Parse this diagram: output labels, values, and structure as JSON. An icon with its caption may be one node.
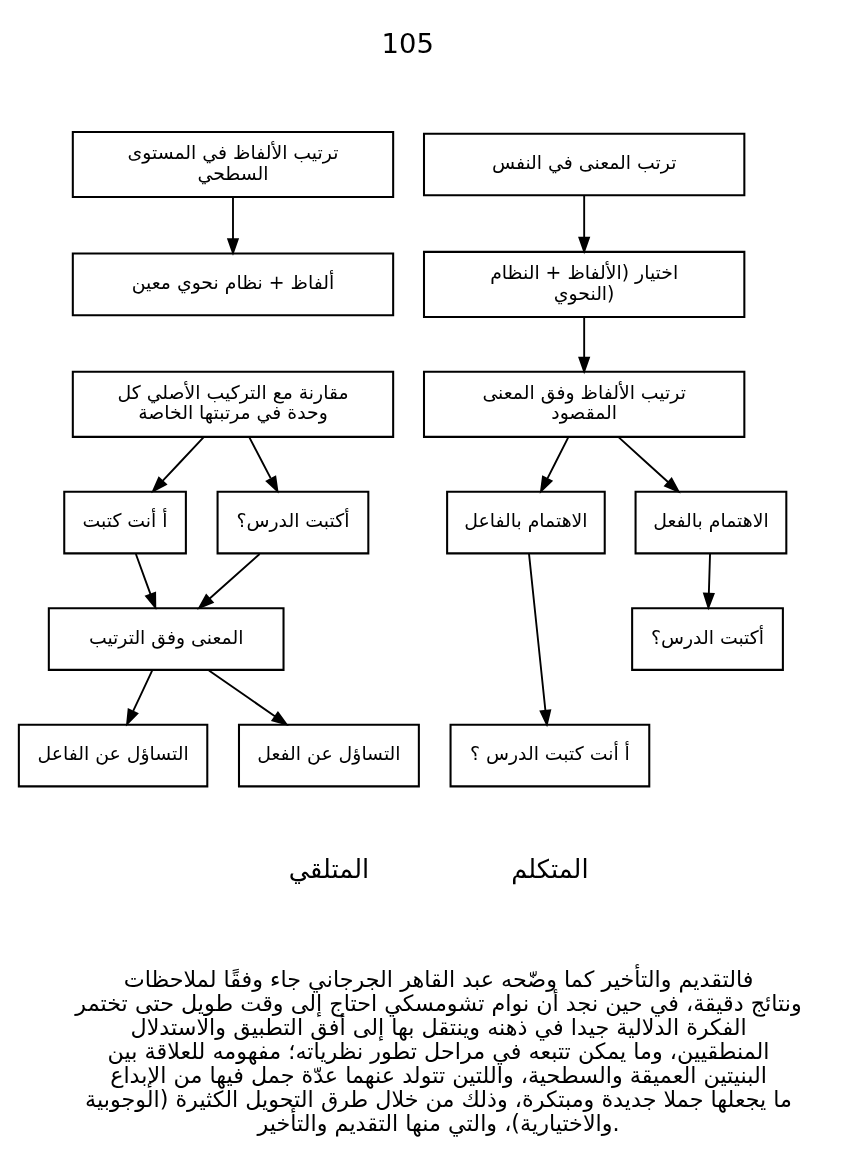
{
  "diagram": {
    "nodes": [
      {
        "text": [
          "ترتب المعنى في النفس"
        ]
      },
      {
        "text": [
          "اختيار (الألفاظ + النظام النحوي)"
        ]
      },
      {
        "text": [
          "ترتيب الألفاظ وفق المعنى المقصود"
        ]
      },
      {
        "text": [
          "الاهتمام بالفعل"
        ]
      },
      {
        "text": [
          "الاهتمام بالفاعل"
        ]
      },
      {
        "text": [
          "أكتبت الدرس؟"
        ]
      },
      {
        "text": [
          "أ أنت كتبت الدرس ؟"
        ]
      },
      {
        "text": [
          "ترتيب الألفاظ في المستوى السطحي"
        ]
      },
      {
        "text": [
          "ألفاظ + نظام نحوي معين"
        ]
      },
      {
        "text": [
          "مقارنة مع التركيب الأصلي كل وحدة في مرتبتها الخاصة"
        ]
      },
      {
        "text": [
          "أكتبت الدرس؟"
        ]
      },
      {
        "text": [
          "أ أنت كتبت"
        ]
      },
      {
        "text": [
          "المعنى وفق الترتيب"
        ]
      },
      {
        "text": [
          "التساؤل عن الفعل"
        ]
      },
      {
        "text": [
          "التساؤل عن الفاعل"
        ]
      }
    ],
    "edges": [
      {
        "from": 0,
        "to": 1,
        "arrow": "to"
      },
      {
        "from": 1,
        "to": 2,
        "arrow": "to"
      },
      {
        "from": 2,
        "to": 3,
        "arrow": "to"
      },
      {
        "from": 2,
        "to": 4,
        "arrow": "to"
      },
      {
        "from": 3,
        "to": 5,
        "arrow": "to"
      },
      {
        "from": 4,
        "to": 6,
        "arrow": "to"
      },
      {
        "from": 7,
        "to": 8,
        "arrow": "to"
      },
      {
        "from": 9,
        "to": 10,
        "arrow": "to"
      },
      {
        "from": 9,
        "to": 11,
        "arrow": "to"
      },
      {
        "from": 10,
        "to": 12,
        "arrow": "to"
      },
      {
        "from": 11,
        "to": 12,
        "arrow": "to"
      },
      {
        "from": 12,
        "to": 13,
        "arrow": "to"
      },
      {
        "from": 12,
        "to": 14,
        "arrow": "to"
      }
    ],
    "labels": [
      "105",
      "المتكلم",
      "المتلقي",
      "فالتقديم والتأخير كما وضّحه عبد القاهر الجرجاني جاء وفقًا لملاحظات ونتائج دقيقة، في حين نجد أن نوام تشومسكي احتاج إلى وقت طويل حتى تختمر الفكرة الدلالية جيدا في ذهنه وينتقل بها إلى أفق التطبيق والاستدلال المنطقيين، وما يمكن تتبعه في مراحل تطور نظرياته؛ مفهومه للعلاقة بين البنيتين العميقة والسطحية، واللتين تتولد عنهما عدّة جمل فيها من الإبداع ما يجعلها جملا جديدة ومبتكرة، وذلك من خلال طرق التحويل الكثيرة (الوجوبية والاختيارية)، والتي منها التقديم والتأخير."
    ]
  }
}
